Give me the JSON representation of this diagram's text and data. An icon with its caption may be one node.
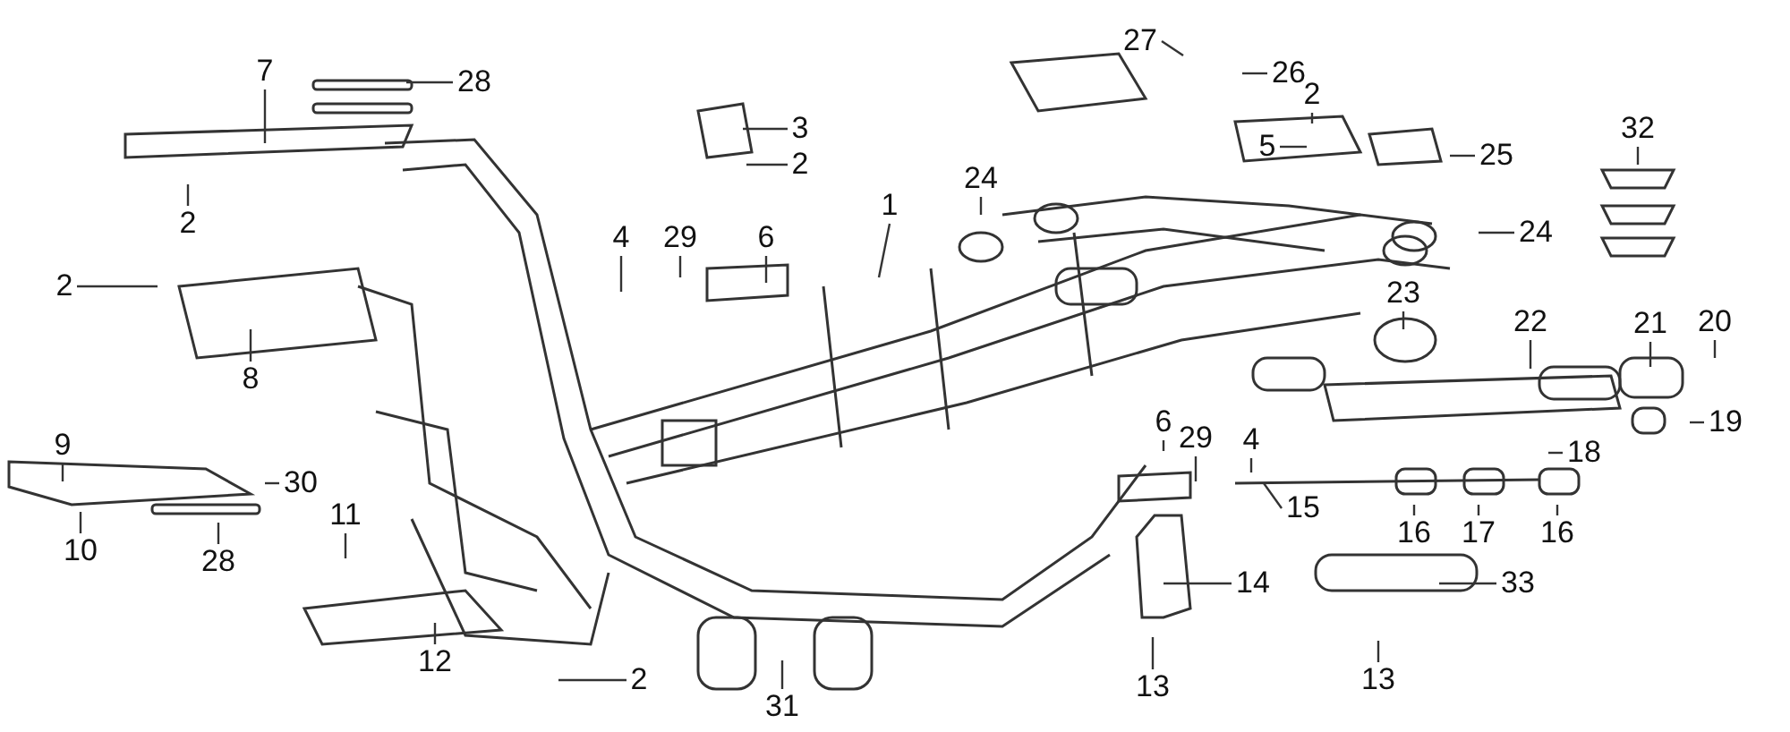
{
  "diagram": {
    "nodes": [
      {
        "text": [
          "1"
        ]
      },
      {
        "text": [
          "2"
        ]
      },
      {
        "text": [
          "2"
        ]
      },
      {
        "text": [
          "2"
        ]
      },
      {
        "text": [
          "2"
        ]
      },
      {
        "text": [
          "2"
        ]
      },
      {
        "text": [
          "3"
        ]
      },
      {
        "text": [
          "4"
        ]
      },
      {
        "text": [
          "4"
        ]
      },
      {
        "text": [
          "5"
        ]
      },
      {
        "text": [
          "6"
        ]
      },
      {
        "text": [
          "6"
        ]
      },
      {
        "text": [
          "7"
        ]
      },
      {
        "text": [
          "8"
        ]
      },
      {
        "text": [
          "9"
        ]
      },
      {
        "text": [
          "10"
        ]
      },
      {
        "text": [
          "11"
        ]
      },
      {
        "text": [
          "12"
        ]
      },
      {
        "text": [
          "13"
        ]
      },
      {
        "text": [
          "13"
        ]
      },
      {
        "text": [
          "14"
        ]
      },
      {
        "text": [
          "15"
        ]
      },
      {
        "text": [
          "16"
        ]
      },
      {
        "text": [
          "16"
        ]
      },
      {
        "text": [
          "17"
        ]
      },
      {
        "text": [
          "18"
        ]
      },
      {
        "text": [
          "19"
        ]
      },
      {
        "text": [
          "20"
        ]
      },
      {
        "text": [
          "21"
        ]
      },
      {
        "text": [
          "22"
        ]
      },
      {
        "text": [
          "23"
        ]
      },
      {
        "text": [
          "24"
        ]
      },
      {
        "text": [
          "24"
        ]
      },
      {
        "text": [
          "25"
        ]
      },
      {
        "text": [
          "26"
        ]
      },
      {
        "text": [
          "27"
        ]
      },
      {
        "text": [
          "28"
        ]
      },
      {
        "text": [
          "28"
        ]
      },
      {
        "text": [
          "29"
        ]
      },
      {
        "text": [
          "29"
        ]
      },
      {
        "text": [
          "30"
        ]
      },
      {
        "text": [
          "31"
        ]
      },
      {
        "text": [
          "32"
        ]
      },
      {
        "text": [
          "33"
        ]
      }
    ],
    "edges": [
      {
        "from": 0,
        "to": null,
        "arrow": "none"
      },
      {
        "from": 1,
        "to": null,
        "arrow": "none"
      },
      {
        "from": 2,
        "to": null,
        "arrow": "none"
      },
      {
        "from": 3,
        "to": null,
        "arrow": "none"
      },
      {
        "from": 4,
        "to": null,
        "arrow": "none"
      },
      {
        "from": 5,
        "to": null,
        "arrow": "none"
      },
      {
        "from": 6,
        "to": null,
        "arrow": "none"
      },
      {
        "from": 7,
        "to": null,
        "arrow": "none"
      },
      {
        "from": 8,
        "to": null,
        "arrow": "none"
      },
      {
        "from": 9,
        "to": null,
        "arrow": "none"
      },
      {
        "from": 10,
        "to": null,
        "arrow": "none"
      },
      {
        "from": 11,
        "to": null,
        "arrow": "none"
      },
      {
        "from": 12,
        "to": null,
        "arrow": "none"
      },
      {
        "from": 13,
        "to": null,
        "arrow": "none"
      },
      {
        "from": 14,
        "to": null,
        "arrow": "none"
      },
      {
        "from": 15,
        "to": null,
        "arrow": "none"
      },
      {
        "from": 16,
        "to": null,
        "arrow": "none"
      },
      {
        "from": 17,
        "to": null,
        "arrow": "none"
      },
      {
        "from": 18,
        "to": null,
        "arrow": "none"
      },
      {
        "from": 19,
        "to": null,
        "arrow": "none"
      },
      {
        "from": 20,
        "to": null,
        "arrow": "none"
      },
      {
        "from": 21,
        "to": null,
        "arrow": "none"
      },
      {
        "from": 22,
        "to": null,
        "arrow": "none"
      },
      {
        "from": 23,
        "to": null,
        "arrow": "none"
      },
      {
        "from": 24,
        "to": null,
        "arrow": "none"
      },
      {
        "from": 25,
        "to": null,
        "arrow": "none"
      },
      {
        "from": 26,
        "to": null,
        "arrow": "none"
      },
      {
        "from": 27,
        "to": null,
        "arrow": "none"
      },
      {
        "from": 28,
        "to": null,
        "arrow": "none"
      },
      {
        "from": 29,
        "to": null,
        "arrow": "none"
      },
      {
        "from": 30,
        "to": null,
        "arrow": "none"
      },
      {
        "from": 31,
        "to": null,
        "arrow": "none"
      },
      {
        "from": 32,
        "to": null,
        "arrow": "none"
      },
      {
        "from": 33,
        "to": null,
        "arrow": "none"
      },
      {
        "from": 34,
        "to": null,
        "arrow": "none"
      },
      {
        "from": 35,
        "to": null,
        "arrow": "none"
      },
      {
        "from": 36,
        "to": null,
        "arrow": "none"
      },
      {
        "from": 37,
        "to": null,
        "arrow": "none"
      },
      {
        "from": 38,
        "to": null,
        "arrow": "none"
      },
      {
        "from": 39,
        "to": null,
        "arrow": "none"
      },
      {
        "from": 40,
        "to": null,
        "arrow": "none"
      },
      {
        "from": 41,
        "to": null,
        "arrow": "none"
      },
      {
        "from": 42,
        "to": null,
        "arrow": "none"
      },
      {
        "from": 43,
        "to": null,
        "arrow": "none"
      }
    ]
  }
}
